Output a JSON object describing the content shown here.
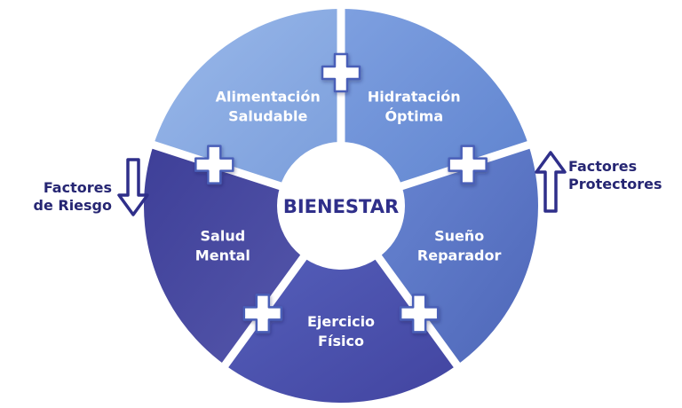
{
  "center": {
    "label": "BIENESTAR"
  },
  "segments": [
    {
      "id": "alimentacion",
      "lines": [
        "Alimentación",
        "Saludable"
      ],
      "color": "#86a8e0"
    },
    {
      "id": "hidratacion",
      "lines": [
        "Hidratación",
        "Óptima"
      ],
      "color": "#6f92d8"
    },
    {
      "id": "sueno",
      "lines": [
        "Sueño",
        "Reparador"
      ],
      "color": "#5a75c6"
    },
    {
      "id": "ejercicio",
      "lines": [
        "Ejercicio",
        "Físico"
      ],
      "color": "#4b52ad"
    },
    {
      "id": "salud-mental",
      "lines": [
        "Salud",
        "Mental"
      ],
      "color": "#4a4aa0"
    }
  ],
  "risk": {
    "lines": [
      "Factores",
      "de Riesgo"
    ],
    "arrow": "down"
  },
  "protective": {
    "lines": [
      "Factores",
      "Protectores"
    ],
    "arrow": "up"
  },
  "colors": {
    "text_dark": "#262673",
    "center_text": "#2f2f8a",
    "plus_outline": "#4a5fb8"
  }
}
